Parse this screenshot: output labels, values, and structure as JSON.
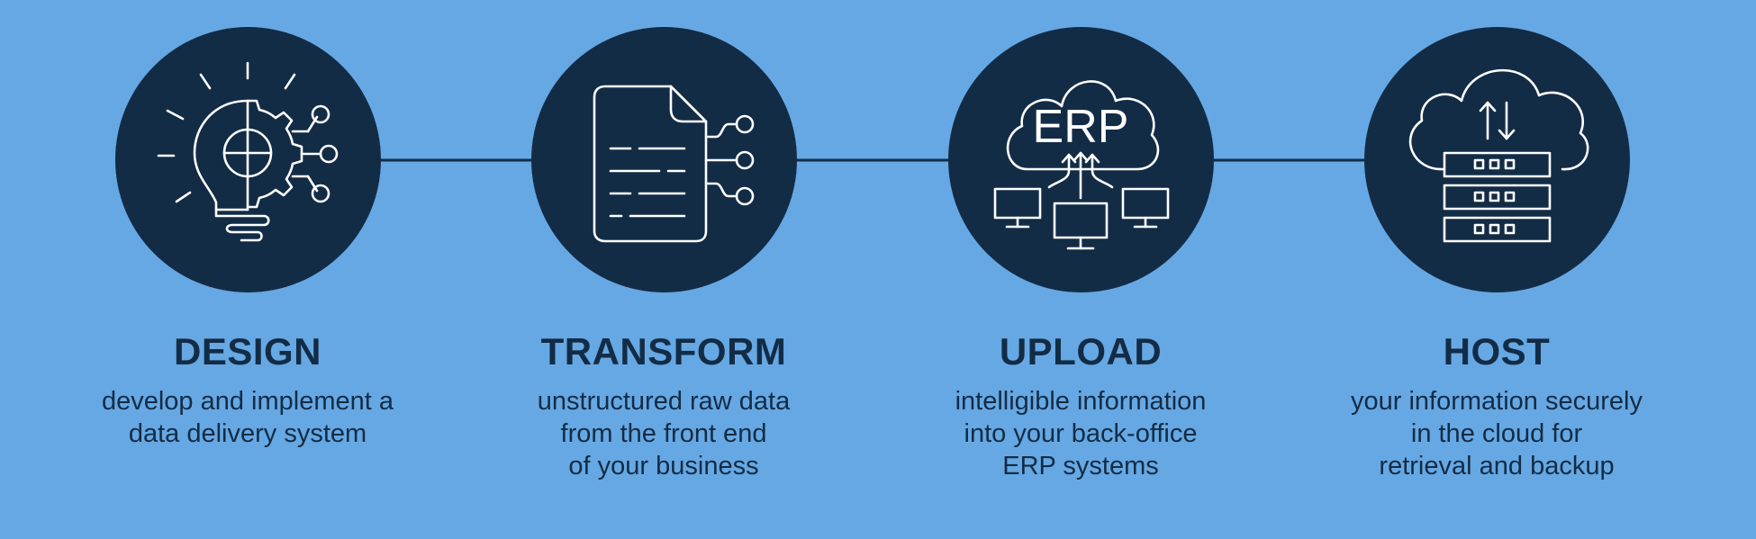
{
  "colors": {
    "background": "#66a8e3",
    "circle": "#132c46",
    "text": "#132c46",
    "icon_stroke": "#ffffff"
  },
  "steps": [
    {
      "title": "DESIGN",
      "description": [
        "develop and implement a",
        "data delivery system"
      ],
      "icon": "lightbulb-gear-icon"
    },
    {
      "title": "TRANSFORM",
      "description": [
        "unstructured raw data",
        "from the front end",
        "of your business"
      ],
      "icon": "document-nodes-icon"
    },
    {
      "title": "UPLOAD",
      "description": [
        "intelligible information",
        "into your back-office",
        "ERP systems"
      ],
      "icon": "erp-cloud-upload-icon",
      "icon_label": "ERP"
    },
    {
      "title": "HOST",
      "description": [
        "your information securely",
        "in the cloud for",
        "retrieval and backup"
      ],
      "icon": "cloud-server-icon"
    }
  ]
}
